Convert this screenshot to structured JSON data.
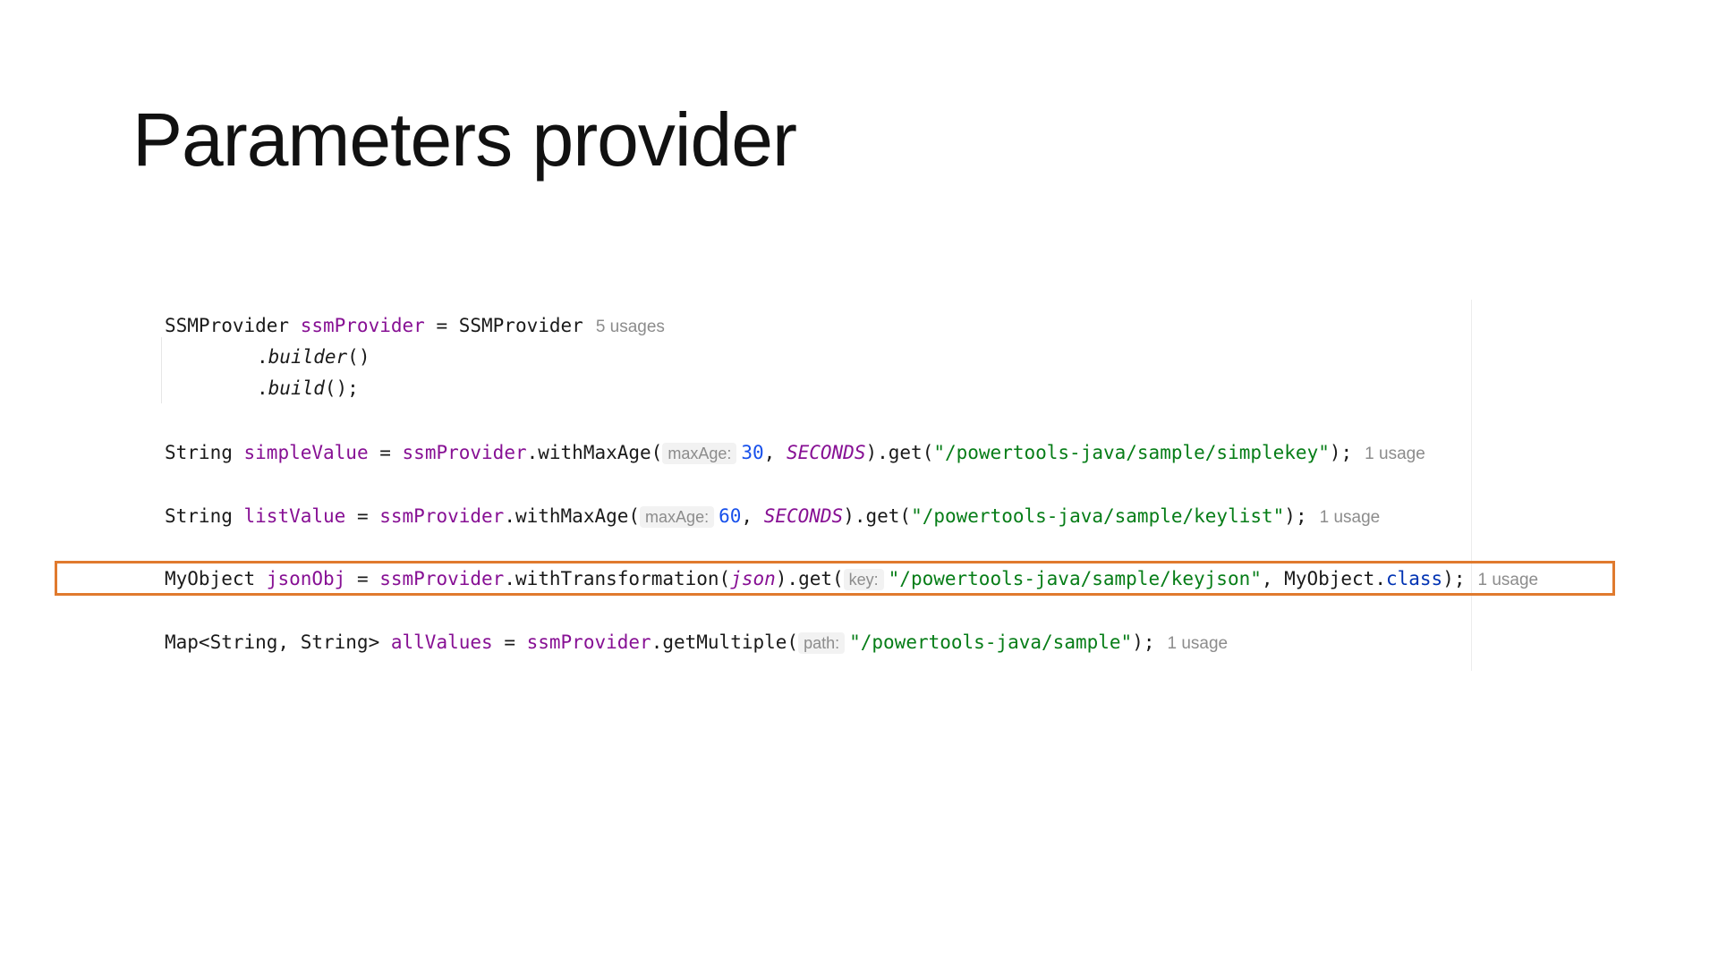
{
  "title": "Parameters provider",
  "colors": {
    "highlight": "#e07a2e",
    "string": "#067d17",
    "variable": "#871094",
    "number": "#1750eb",
    "keyword_class": "#0033b3",
    "hint": "#8c8c8c"
  },
  "code": {
    "line1": {
      "type": "SSMProvider ",
      "var": "ssmProvider",
      "eq": " = SSMProvider",
      "usage": "5 usages"
    },
    "line2": {
      "text": ".",
      "method": "builder",
      "rest": "()"
    },
    "line3": {
      "text": ".",
      "method": "build",
      "rest": "();"
    },
    "line4": {
      "type": "String ",
      "var": "simpleValue",
      "eq": " = ",
      "obj": "ssmProvider",
      "call": ".withMaxAge(",
      "hint": "maxAge:",
      "num": "30",
      "comma": ", ",
      "const": "SECONDS",
      "get": ").get(",
      "str": "\"/powertools-java/sample/simplekey\"",
      "end": ");",
      "usage": "1 usage"
    },
    "line5": {
      "type": "String ",
      "var": "listValue",
      "eq": " = ",
      "obj": "ssmProvider",
      "call": ".withMaxAge(",
      "hint": "maxAge:",
      "num": "60",
      "comma": ", ",
      "const": "SECONDS",
      "get": ").get(",
      "str": "\"/powertools-java/sample/keylist\"",
      "end": ");",
      "usage": "1 usage"
    },
    "line6": {
      "type": "MyObject ",
      "var": "jsonObj",
      "eq": " = ",
      "obj": "ssmProvider",
      "call": ".withTransformation(",
      "arg": "json",
      "get": ").get(",
      "hint": "key:",
      "str": "\"/powertools-java/sample/keyjson\"",
      "comma": ", MyObject.",
      "cls": "class",
      "end": ");",
      "usage": "1 usage"
    },
    "line7": {
      "type": "Map<String, String> ",
      "var": "allValues",
      "eq": " = ",
      "obj": "ssmProvider",
      "call": ".getMultiple(",
      "hint": "path:",
      "str": "\"/powertools-java/sample\"",
      "end": ");",
      "usage": "1 usage"
    }
  }
}
